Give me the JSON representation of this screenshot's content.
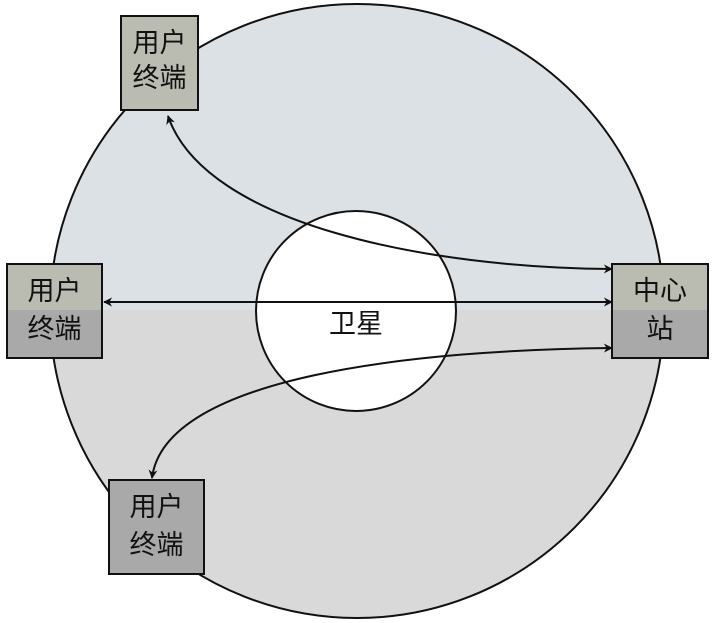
{
  "colors": {
    "upper_fill": "#dbe1e5",
    "lower_fill": "#d9d9d9",
    "box_top_fill": "#babbb1",
    "box_bottom_fill": "#a9a9a9",
    "stroke": "#111111",
    "satellite_fill": "#ffffff"
  },
  "satellite": {
    "label": "卫星"
  },
  "nodes": {
    "top_terminal": {
      "line1": "用户",
      "line2": "终端"
    },
    "left_terminal": {
      "line1": "用户",
      "line2": "终端"
    },
    "bottom_terminal": {
      "line1": "用户",
      "line2": "终端"
    },
    "hub": {
      "line1": "中心",
      "line2": "站"
    }
  }
}
